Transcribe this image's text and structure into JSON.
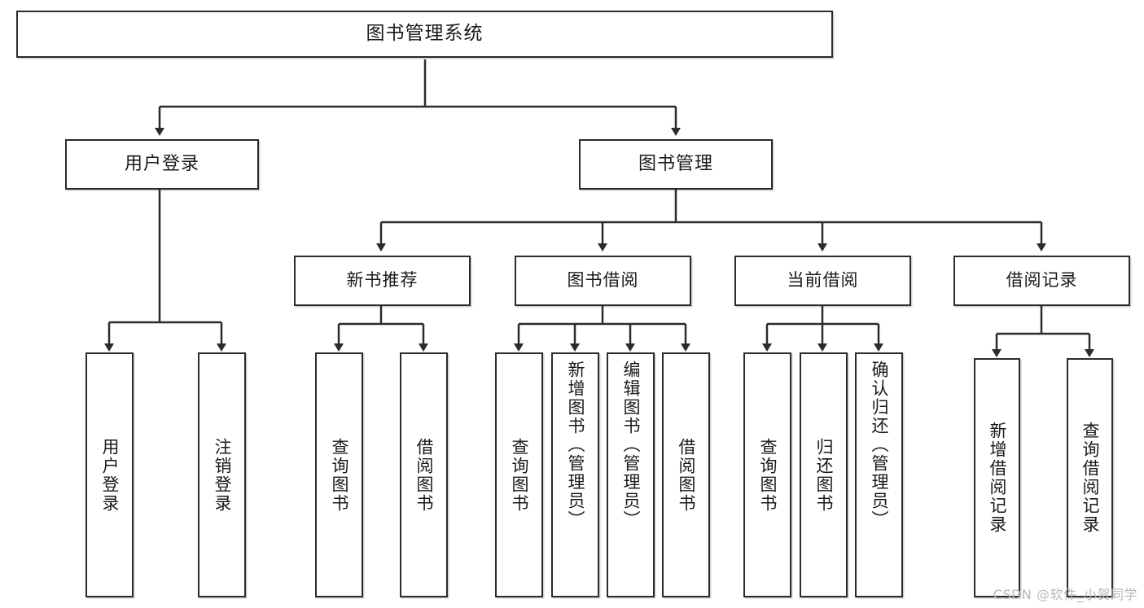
{
  "diagram": {
    "title_node": {
      "text": "图书管理系统"
    },
    "level2": [
      {
        "text": "用户登录"
      },
      {
        "text": "图书管理"
      }
    ],
    "level3": [
      {
        "text": "新书推荐"
      },
      {
        "text": "图书借阅"
      },
      {
        "text": "当前借阅"
      },
      {
        "text": "借阅记录"
      }
    ],
    "leaves": {
      "user_login": [
        {
          "text": "用户登录"
        },
        {
          "text": "注销登录"
        }
      ],
      "new_book": [
        {
          "text": "查询图书"
        },
        {
          "text": "借阅图书"
        }
      ],
      "book_borrow": [
        {
          "text": "查询图书"
        },
        {
          "text": "新增图书（管理员）"
        },
        {
          "text": "编辑图书（管理员）"
        },
        {
          "text": "借阅图书"
        }
      ],
      "current_borrow": [
        {
          "text": "查询图书"
        },
        {
          "text": "归还图书"
        },
        {
          "text": "确认归还（管理员）"
        }
      ],
      "borrow_record": [
        {
          "text": "新增借阅记录"
        },
        {
          "text": "查询借阅记录"
        }
      ]
    }
  },
  "watermark": {
    "text": "CSDN @软件_小贺同学"
  },
  "colors": {
    "stroke": "#2b2b2b",
    "fill": "#ffffff",
    "text": "#1a1a1a",
    "watermark": "#b9b9b9"
  }
}
